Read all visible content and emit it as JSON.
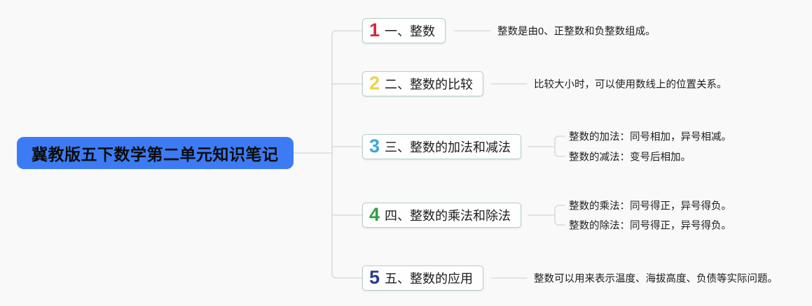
{
  "title": "冀教版五下数学第二单元知识笔记",
  "colors": {
    "canvas_bg": "#f8f9f8",
    "root_bg": "#3d7bf4",
    "node_border": "#b9cfc3",
    "connector": "#d9ddd9",
    "text": "#1c1c1c"
  },
  "branches": [
    {
      "num": "1",
      "num_color": "#d4293e",
      "label": "一、整数",
      "children": [
        "整数是由0、正整数和负整数组成。"
      ]
    },
    {
      "num": "2",
      "num_color": "#efd14b",
      "label": "二、整数的比较",
      "children": [
        "比较大小时，可以使用数线上的位置关系。"
      ]
    },
    {
      "num": "3",
      "num_color": "#3ba4dc",
      "label": "三、整数的加法和减法",
      "children": [
        "整数的加法：同号相加，异号相减。",
        "整数的减法：变号后相加。"
      ]
    },
    {
      "num": "4",
      "num_color": "#2f9f46",
      "label": "四、整数的乘法和除法",
      "children": [
        "整数的乘法：同号得正，异号得负。",
        "整数的除法：同号得正，异号得负。"
      ]
    },
    {
      "num": "5",
      "num_color": "#293a8e",
      "label": "五、整数的应用",
      "children": [
        "整数可以用来表示温度、海拔高度、负债等实际问题。"
      ]
    }
  ]
}
